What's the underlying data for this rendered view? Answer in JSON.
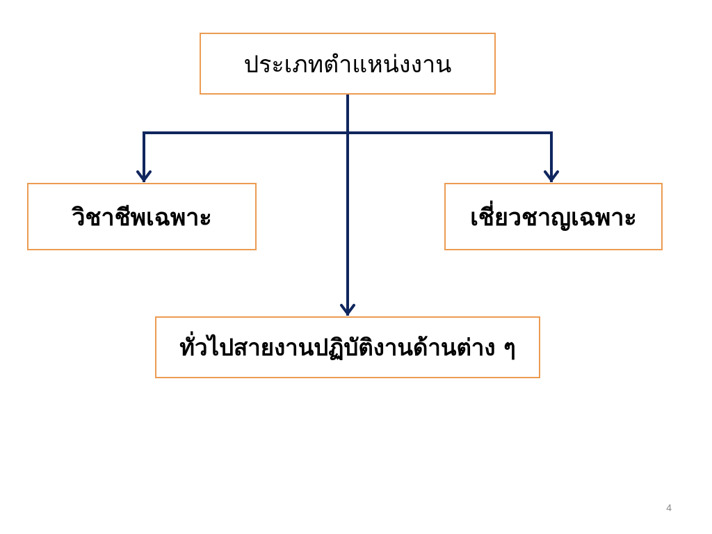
{
  "diagram": {
    "root": {
      "label": "ประเภทตำแหน่งงาน"
    },
    "children": [
      {
        "id": "left",
        "label": "วิชาชีพเฉพาะ"
      },
      {
        "id": "right",
        "label": "เชี่ยวชาญเฉพาะ"
      },
      {
        "id": "bottom",
        "label": "ทั่วไปสายงานปฏิบัติงานด้านต่าง ๆ"
      }
    ]
  },
  "page": {
    "number": "4"
  },
  "colors": {
    "box_border": "#ec9b52",
    "connector": "#10265e",
    "page_number": "#8a8a8a"
  }
}
